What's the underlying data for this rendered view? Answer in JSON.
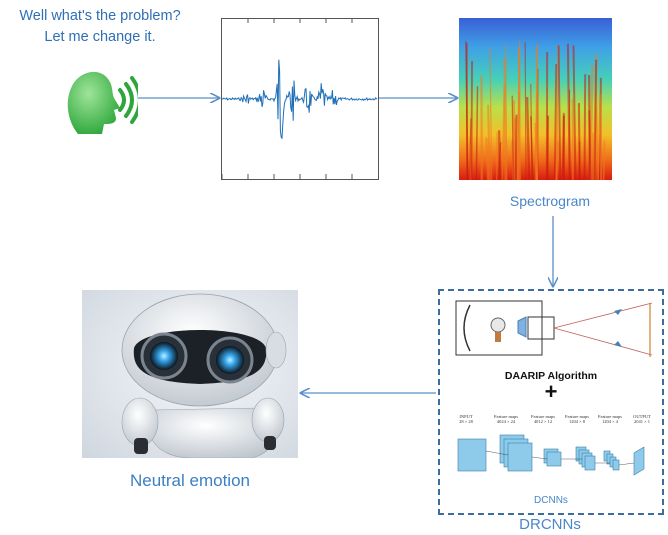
{
  "speech": {
    "line1": "Well what's the problem?",
    "line2": "Let me change it."
  },
  "labels": {
    "spectrogram": "Spectrogram",
    "daarip": "DAARIP Algorithm",
    "plus": "+",
    "dcnns": "DCNNs",
    "drcnns": "DRCNNs",
    "result": "Neutral emotion"
  },
  "cnn_layers": [
    {
      "title": "INPUT",
      "size": "28 × 28"
    },
    {
      "title": "Feature maps",
      "size": "4024 × 24"
    },
    {
      "title": "Feature maps",
      "size": "4012 × 12"
    },
    {
      "title": "Feature maps",
      "size": "1204 × 8"
    },
    {
      "title": "Feature maps",
      "size": "1204 × 4"
    },
    {
      "title": "OUTPUT",
      "size": "2041 × 1"
    }
  ],
  "colors": {
    "speech_text": "#2f6fb5",
    "caption_text": "#4a86c8",
    "arrow": "#5b8fc9",
    "speaker_green": "#3fb64a",
    "waveform": "#1f6fb8",
    "dashed_border": "#3b6e9e"
  },
  "icons": [
    "speaking-head-icon",
    "robot-image"
  ]
}
